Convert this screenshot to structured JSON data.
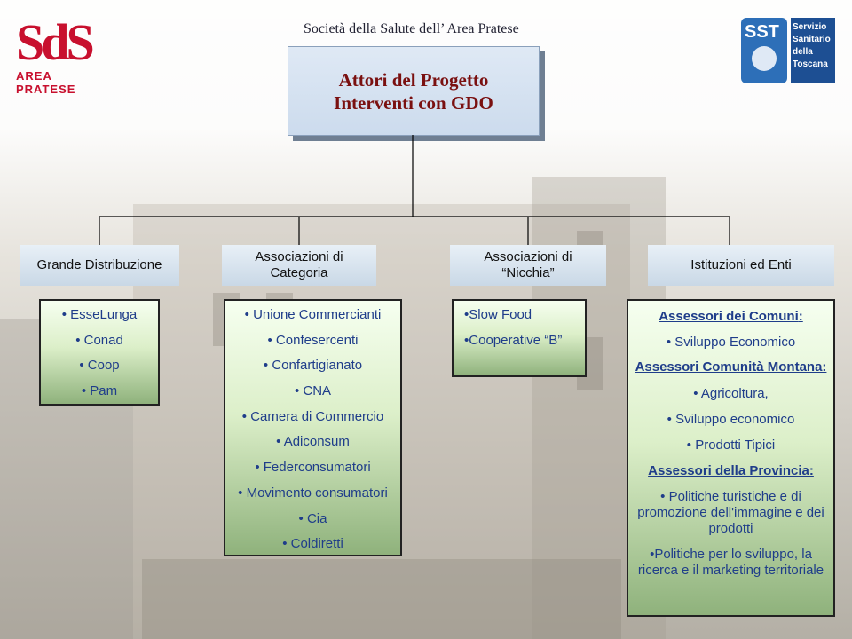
{
  "header": {
    "title": "Società della Salute dell’ Area Pratese",
    "logo_left_text": "SdS",
    "logo_left_sub": "AREA PRATESE",
    "logo_right_text": "SST",
    "logo_right_sub": "Servizio Sanitario della Toscana"
  },
  "title_box": {
    "line1": "Attori del Progetto",
    "line2": "Interventi con GDO"
  },
  "categories": [
    {
      "label": "Grande Distribuzione"
    },
    {
      "label": "Associazioni di Categoria"
    },
    {
      "label": "Associazioni di “Nicchia”"
    },
    {
      "label": "Istituzioni ed Enti"
    }
  ],
  "col1": [
    "EsseLunga",
    "Conad",
    "Coop",
    "Pam"
  ],
  "col2": [
    "Unione Commercianti",
    "Confesercenti",
    "Confartigianato",
    "CNA",
    "Camera di Commercio",
    "Adiconsum",
    "Federconsumatori",
    "Movimento consumatori",
    "Cia",
    "Coldiretti"
  ],
  "col3": [
    "Slow Food",
    "Cooperative “B”"
  ],
  "col4": {
    "comuni_heading": "Assessori dei Comuni",
    "comuni_items": [
      "Sviluppo Economico"
    ],
    "montana_heading": "Assessori Comunità Montana:",
    "montana_items": [
      "Agricoltura,",
      "Sviluppo economico",
      "Prodotti Tipici"
    ],
    "provincia_heading": "Assessori della Provincia",
    "provincia_items": [
      "Politiche turistiche e di promozione dell'immagine e dei prodotti",
      "Politiche per lo sviluppo, la ricerca e il marketing territoriale"
    ]
  }
}
